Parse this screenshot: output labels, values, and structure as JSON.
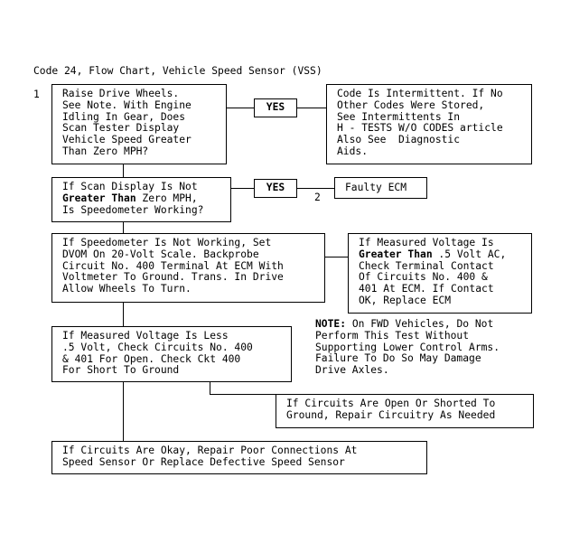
{
  "title": "Code 24, Flow Chart, Vehicle Speed Sensor (VSS)",
  "markers": {
    "one": "1",
    "two": "2"
  },
  "yes_label": "YES",
  "step1": {
    "lines": [
      "Raise Drive Wheels.",
      "See Note. With Engine",
      "Idling In Gear, Does",
      "Scan Tester Display",
      "Vehicle Speed Greater",
      "Than Zero MPH?"
    ]
  },
  "result1": {
    "lines": [
      "Code Is Intermittent. If No",
      "Other Codes Were Stored,",
      "See Intermittents In",
      "H - TESTS W/O CODES article",
      "Also See  Diagnostic",
      "Aids."
    ]
  },
  "step2": {
    "line1": "If Scan Display Is Not",
    "line2_bold": "Greater Than",
    "line2_rest": " Zero MPH,",
    "line3": "Is Speedometer Working?"
  },
  "result2": {
    "text": "Faulty ECM"
  },
  "step3": {
    "lines": [
      "If Speedometer Is Not Working, Set",
      "DVOM On 20-Volt Scale. Backprobe",
      "Circuit No. 400 Terminal At ECM With",
      "Voltmeter To Ground. Trans. In Drive",
      "Allow Wheels To Turn."
    ]
  },
  "result3": {
    "line1": "If Measured Voltage Is",
    "line2_bold": "Greater Than",
    "line2_rest": " .5 Volt AC,",
    "lines_rest": [
      "Check Terminal Contact",
      "Of Circuits No. 400 &",
      "401 At ECM. If Contact",
      "OK, Replace ECM"
    ]
  },
  "step4": {
    "lines": [
      "If Measured Voltage Is Less",
      ".5 Volt, Check Circuits No. 400",
      "& 401 For Open. Check Ckt 400",
      "For Short To Ground"
    ]
  },
  "note": {
    "label": "NOTE:",
    "line1_rest": " On FWD Vehicles, Do Not",
    "lines_rest": [
      "Perform This Test Without",
      "Supporting Lower Control Arms.",
      "Failure To Do So May Damage",
      "Drive Axles."
    ]
  },
  "result4": {
    "lines": [
      "If Circuits Are Open Or Shorted To",
      "Ground, Repair Circuitry As Needed"
    ]
  },
  "step5": {
    "lines": [
      "If Circuits Are Okay, Repair Poor Connections At",
      "Speed Sensor Or Replace Defective Speed Sensor"
    ]
  }
}
